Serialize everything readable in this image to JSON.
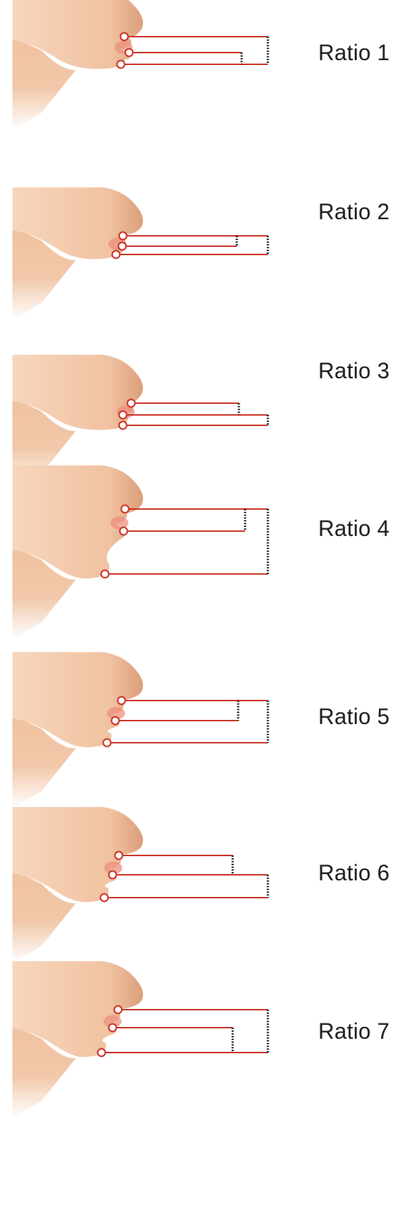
{
  "colors": {
    "skin_light": "#f7d6bd",
    "skin_mid": "#f0c2a0",
    "skin_shadow": "#dc9e7b",
    "lip": "#ec8f7d",
    "landmark": "#c92a1e",
    "guide_line": "#c92a1e",
    "dimension_line": "#1a1a1a",
    "text": "#1a1a1a"
  },
  "panels": [
    {
      "label": "Ratio 1",
      "landmarks": [
        "subnasale",
        "stomion",
        "labrale-inferius"
      ],
      "compared_segments": [
        [
          "stomion",
          "labrale-inferius"
        ],
        [
          "subnasale",
          "labrale-inferius"
        ]
      ]
    },
    {
      "label": "Ratio 2",
      "landmarks": [
        "labrale-superius",
        "stomion",
        "labrale-inferius"
      ],
      "compared_segments": [
        [
          "labrale-superius",
          "stomion"
        ],
        [
          "labrale-superius",
          "labrale-inferius"
        ]
      ]
    },
    {
      "label": "Ratio 3",
      "landmarks": [
        "subnasale",
        "labrale-superius",
        "stomion"
      ],
      "compared_segments": [
        [
          "subnasale",
          "labrale-superius"
        ],
        [
          "labrale-superius",
          "stomion"
        ]
      ]
    },
    {
      "label": "Ratio 4",
      "landmarks": [
        "subnasale",
        "stomion",
        "soft-tissue-menton"
      ],
      "compared_segments": [
        [
          "subnasale",
          "stomion"
        ],
        [
          "subnasale",
          "soft-tissue-menton"
        ]
      ]
    },
    {
      "label": "Ratio 5",
      "landmarks": [
        "stomion",
        "labiomental-fold",
        "soft-tissue-menton"
      ],
      "compared_segments": [
        [
          "stomion",
          "labiomental-fold"
        ],
        [
          "stomion",
          "soft-tissue-menton"
        ]
      ]
    },
    {
      "label": "Ratio 6",
      "landmarks": [
        "stomion",
        "labiomental-fold",
        "soft-tissue-menton"
      ],
      "compared_segments": [
        [
          "stomion",
          "labiomental-fold"
        ],
        [
          "labiomental-fold",
          "soft-tissue-menton"
        ]
      ]
    },
    {
      "label": "Ratio 7",
      "landmarks": [
        "labrale-inferius",
        "labiomental-fold",
        "soft-tissue-menton"
      ],
      "compared_segments": [
        [
          "labiomental-fold",
          "soft-tissue-menton"
        ],
        [
          "labrale-inferius",
          "soft-tissue-menton"
        ]
      ]
    }
  ]
}
